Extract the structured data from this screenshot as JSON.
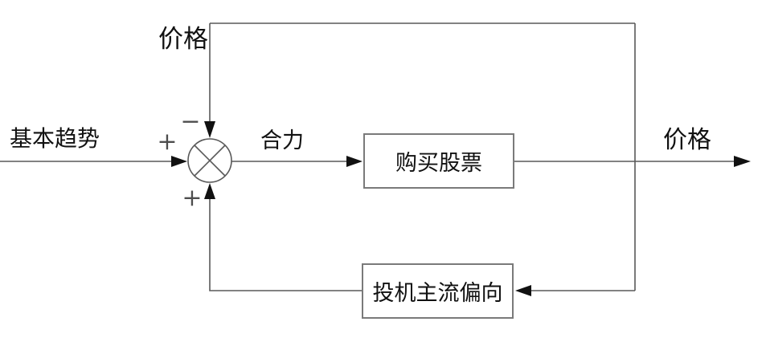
{
  "diagram": {
    "kind": "feedback-control-loop",
    "labels": {
      "top_feedback": "价格",
      "input": "基本趋势",
      "net_force": "合力",
      "output": "价格",
      "sum_minus": "−",
      "sum_plus_input": "+",
      "sum_plus_feedback": "+"
    },
    "boxes": {
      "process": "购买股票",
      "feedback": "投机主流偏向"
    },
    "connections": [
      "基本趋势 →(+) 求和点",
      "价格 →(−) 求和点 (顶部反馈)",
      "求和点 → 合力 → 购买股票",
      "购买股票 → 价格 (输出)",
      "价格 → 投机主流偏向 →(+) 求和点 (底部反馈)"
    ],
    "colors": {
      "line": "#595959",
      "box_border": "#7a7a7a",
      "arrowhead": "#111111",
      "text": "#111111",
      "background": "#ffffff"
    }
  }
}
